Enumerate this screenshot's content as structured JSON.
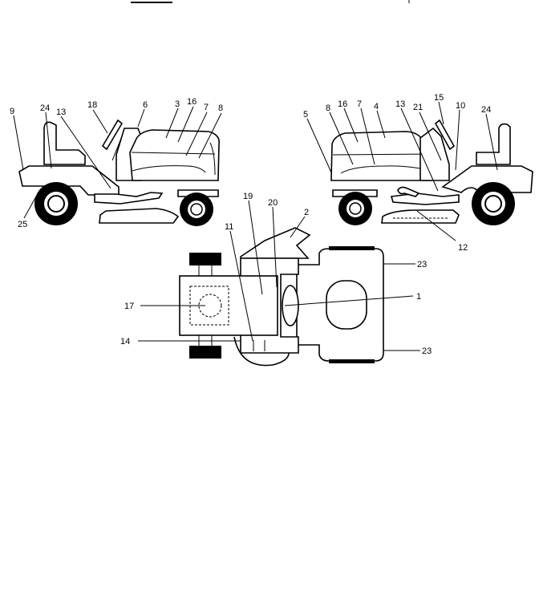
{
  "diagram": {
    "callouts": {
      "c1": "1",
      "c2": "2",
      "c3": "3",
      "c4": "4",
      "c5": "5",
      "c6": "6",
      "c7a": "7",
      "c7b": "7",
      "c8a": "8",
      "c8b": "8",
      "c9": "9",
      "c10": "10",
      "c11": "11",
      "c12": "12",
      "c13a": "13",
      "c13b": "13",
      "c14": "14",
      "c15": "15",
      "c16a": "16",
      "c16b": "16",
      "c17": "17",
      "c18": "18",
      "c19": "19",
      "c20": "20",
      "c21": "21",
      "c23a": "23",
      "c23b": "23",
      "c24a": "24",
      "c24b": "24",
      "c25": "25"
    }
  }
}
